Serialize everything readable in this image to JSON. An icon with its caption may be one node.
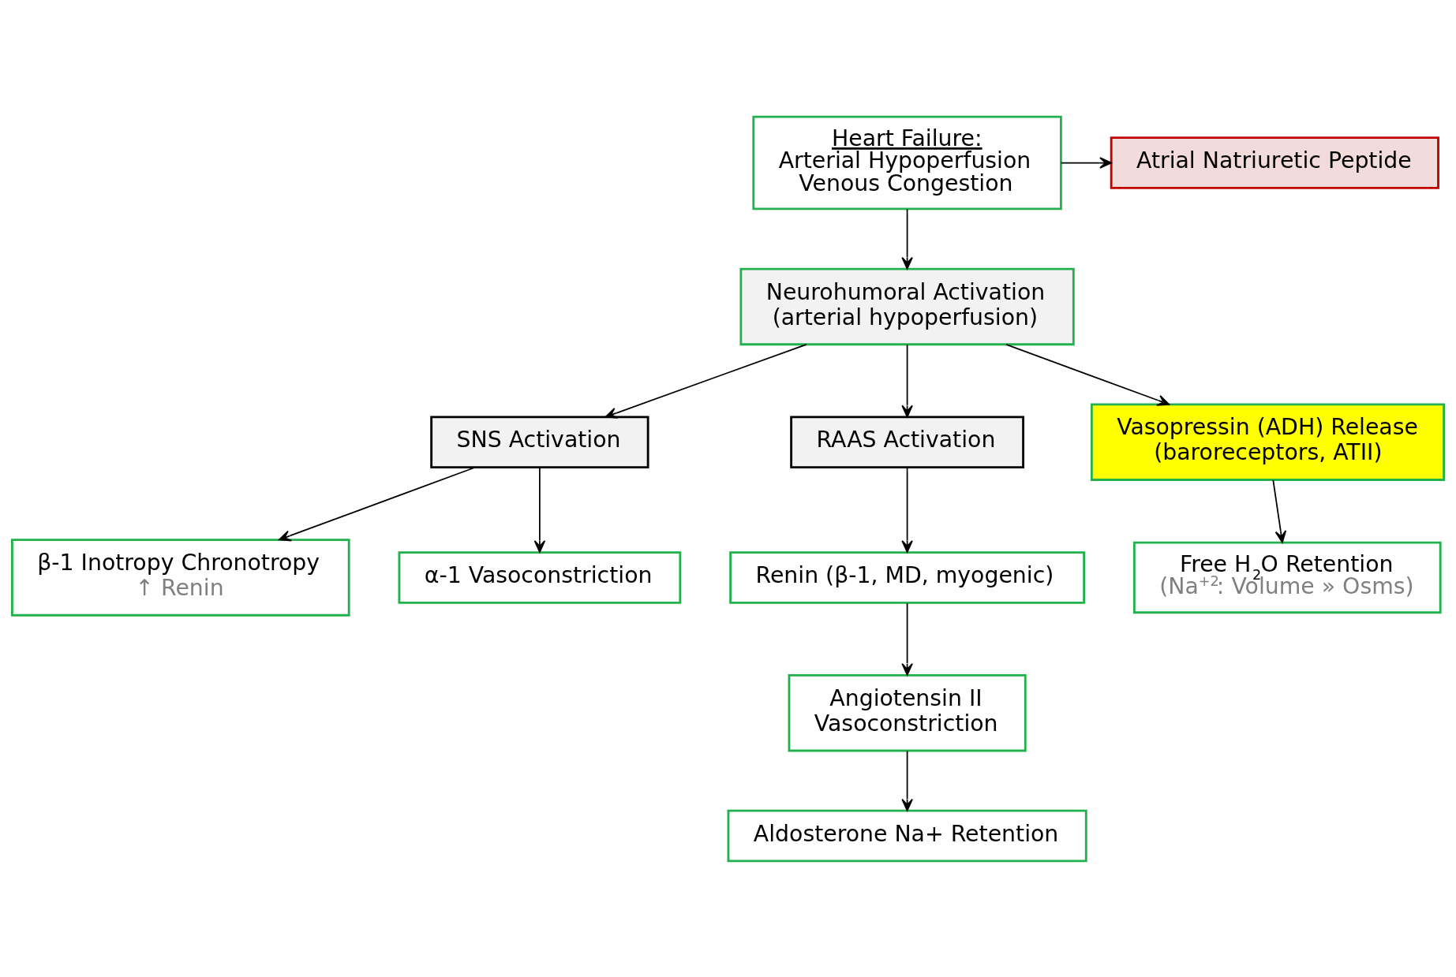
{
  "diagram": {
    "nodes": [
      {
        "text": [
          "Heart Failure:",
          "Arterial Hypoperfusion Venous Congestion"
        ]
      },
      {
        "text": [
          "Atrial Natriuretic Peptide"
        ]
      },
      {
        "text": [
          "Neurohumoral Activation (arterial hypoperfusion)"
        ]
      },
      {
        "text": [
          "SNS Activation"
        ]
      },
      {
        "text": [
          "RAAS Activation"
        ]
      },
      {
        "text": [
          "Vasopressin (ADH) Release (baroreceptors, ATII)"
        ]
      },
      {
        "text": [
          "β-1 Inotropy Chronotropy",
          "↑ Renin"
        ]
      },
      {
        "text": [
          "α-1 Vasoconstriction"
        ]
      },
      {
        "text": [
          "Renin (β-1, MD, myogenic)"
        ]
      },
      {
        "text": [
          "Free H$_{2}$O Retention",
          "(Na$^{+2}$: Volume » Osms)"
        ]
      },
      {
        "text": [
          "Angiotensin II Vasoconstriction"
        ]
      },
      {
        "text": [
          "Aldosterone Na+ Retention"
        ]
      }
    ],
    "edges": [
      {
        "from": 0,
        "to": 1,
        "arrow": "to"
      },
      {
        "from": 0,
        "to": 2,
        "arrow": "to"
      },
      {
        "from": 2,
        "to": 3,
        "arrow": "to"
      },
      {
        "from": 2,
        "to": 4,
        "arrow": "to"
      },
      {
        "from": 2,
        "to": 5,
        "arrow": "to"
      },
      {
        "from": 3,
        "to": 6,
        "arrow": "to"
      },
      {
        "from": 3,
        "to": 7,
        "arrow": "to"
      },
      {
        "from": 4,
        "to": 8,
        "arrow": "to"
      },
      {
        "from": 5,
        "to": 9,
        "arrow": "to"
      },
      {
        "from": 8,
        "to": 10,
        "arrow": "to"
      },
      {
        "from": 10,
        "to": 11,
        "arrow": "to"
      }
    ]
  }
}
